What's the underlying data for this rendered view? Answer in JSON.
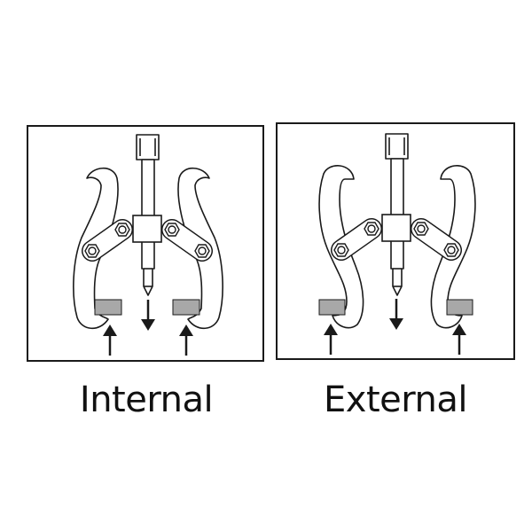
{
  "panels": [
    {
      "label": "Internal",
      "mode": "internal"
    },
    {
      "label": "External",
      "mode": "external"
    }
  ],
  "colors": {
    "stroke": "#1a1a1a",
    "block": "#a8a8a8",
    "background": "#ffffff"
  }
}
